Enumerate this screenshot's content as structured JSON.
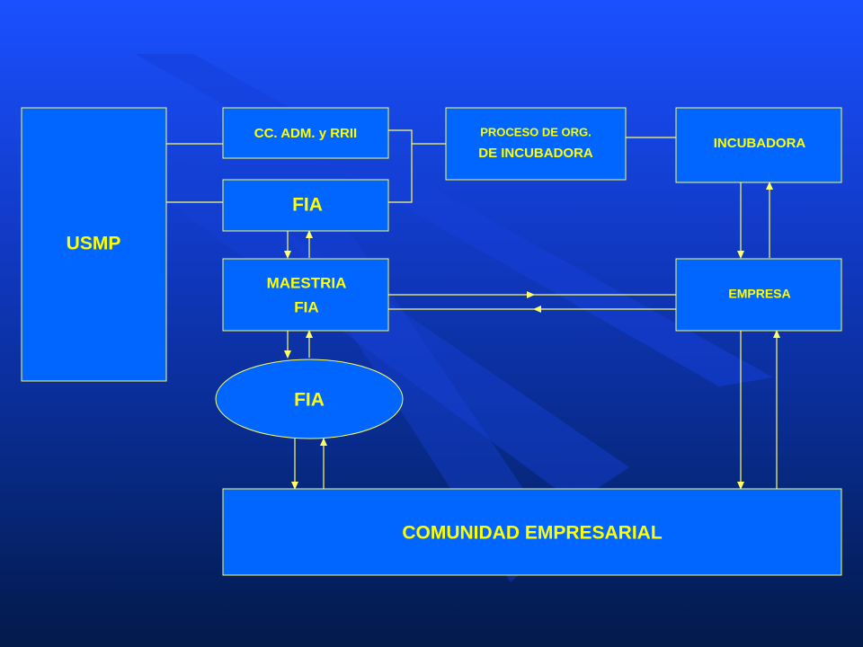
{
  "colors": {
    "box_fill": "#0066ff",
    "box_stroke": "#ffff66",
    "text": "#ffff00",
    "connector": "#ffff66",
    "stripe": "#1a3fd0"
  },
  "nodes": {
    "usmp": "USMP",
    "cc_adm": "CC. ADM. y RRII",
    "fia_box": "FIA",
    "maestria_line1": "MAESTRIA",
    "maestria_line2": "FIA",
    "fia_ellipse": "FIA",
    "proceso_line1": "PROCESO DE ORG.",
    "proceso_line2": "DE INCUBADORA",
    "incubadora": "INCUBADORA",
    "empresa": "EMPRESA",
    "comunidad": "COMUNIDAD EMPRESARIAL"
  }
}
